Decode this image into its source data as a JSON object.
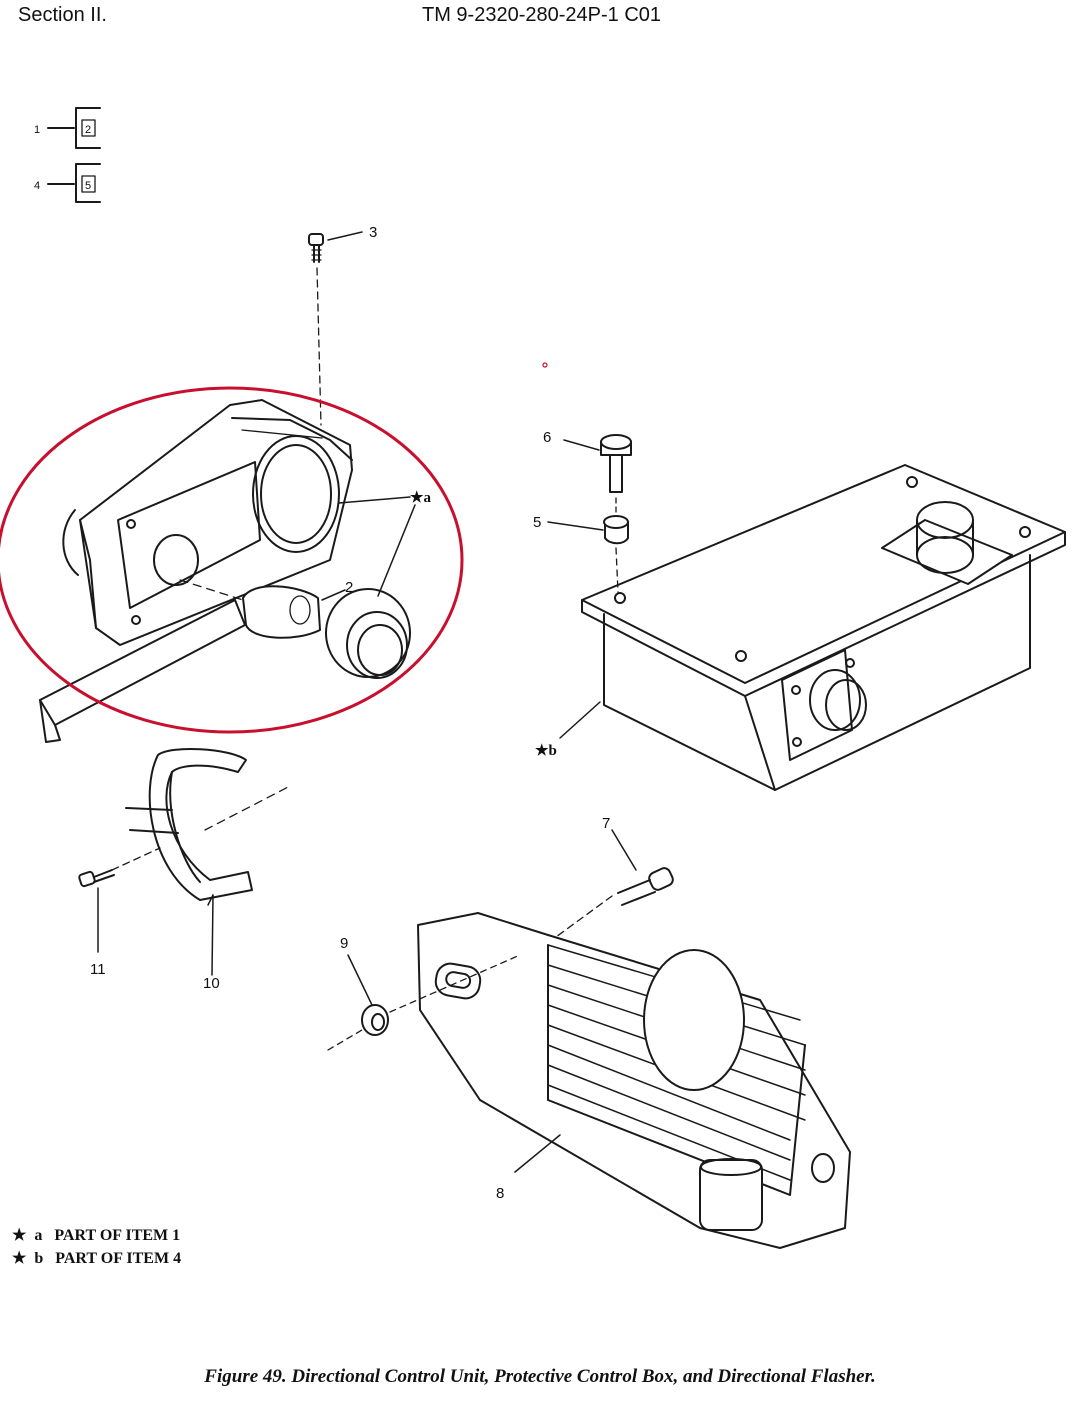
{
  "header": {
    "section": "Section II.",
    "tm_number": "TM 9-2320-280-24P-1  C01"
  },
  "legend_tree": [
    {
      "parent": "1",
      "child": "2"
    },
    {
      "parent": "4",
      "child": "5"
    }
  ],
  "callouts": {
    "c1": "2",
    "c2": "3",
    "c3": "5",
    "c4": "6",
    "c5": "7",
    "c6": "8",
    "c7": "9",
    "c8": "10",
    "c9": "11"
  },
  "markers": {
    "a": "★a",
    "b": "★b"
  },
  "notes": [
    {
      "star": "★",
      "letter": "a",
      "text": "PART OF ITEM 1"
    },
    {
      "star": "★",
      "letter": "b",
      "text": "PART OF ITEM 4"
    }
  ],
  "caption": "Figure 49.  Directional Control Unit, Protective Control Box, and Directional Flasher.",
  "colors": {
    "highlight_ring": "#c8102e",
    "line": "#1a1a1a"
  }
}
